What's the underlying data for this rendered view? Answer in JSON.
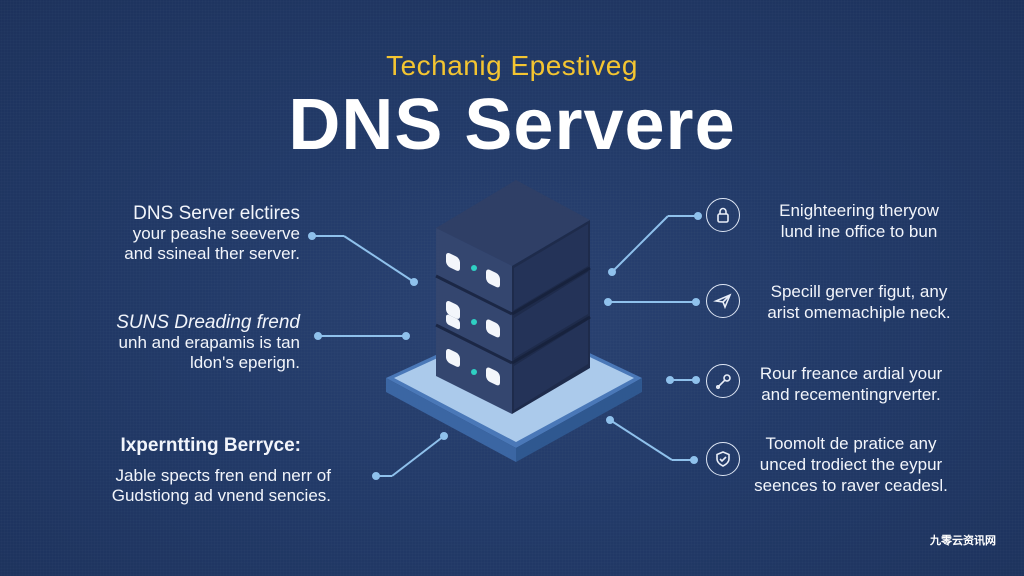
{
  "header": {
    "subtitle": "Techanig Epestiveg",
    "title": "DNS Servere"
  },
  "left_items": [
    {
      "line1": "DNS Server elctires",
      "line2": "your peashe seeverve",
      "line3": "and ssineal ther server."
    },
    {
      "line1": "SUNS Dreading frend",
      "line2": "unh and erapamis is tan",
      "line3": "ldon's eperign."
    },
    {
      "line1": "Ixperntting Berryce:",
      "line2": "Jable spects fren end nerr of",
      "line3": "Gudstiong ad vnend sencies."
    }
  ],
  "right_items": [
    {
      "icon": "lock-icon",
      "line1": "Enighteering theryow",
      "line2": "lund ine office to bun",
      "line3": ""
    },
    {
      "icon": "paper-plane-icon",
      "line1": "Specill gerver figut, any",
      "line2": "arist omemachiple neck.",
      "line3": ""
    },
    {
      "icon": "wrench-icon",
      "line1": "Rour freance ardial your",
      "line2": "and recementingrverter.",
      "line3": ""
    },
    {
      "icon": "shield-icon",
      "line1": "Toomolt de pratice any",
      "line2": "unced trodiect the eypur",
      "line3": "seences to raver ceadesl."
    }
  ],
  "watermark": "九零云资讯网",
  "colors": {
    "background": "#223a68",
    "accent_gold": "#f4c531",
    "connector": "#8fc1ec",
    "server_body": "#2a3a60",
    "platform": "#a9c9ec"
  }
}
